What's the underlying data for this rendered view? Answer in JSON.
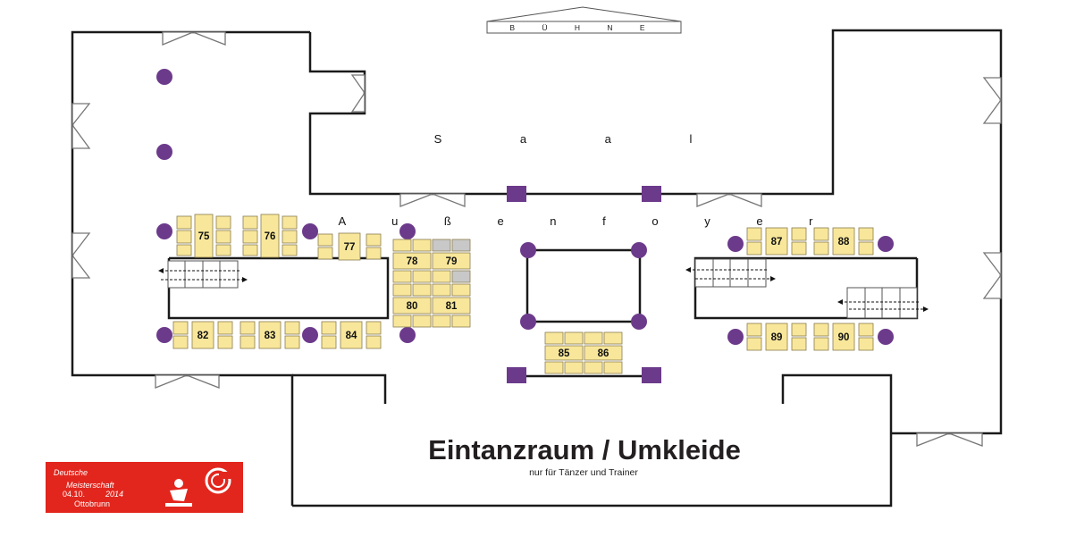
{
  "labels": {
    "stage": "B Ü H N E",
    "hall": "S a a l",
    "foyer": "A u ß e n f o y e r",
    "warmup_title": "Eintanzraum / Umkleide",
    "warmup_subtitle": "nur für Tänzer und Trainer"
  },
  "tables": [
    {
      "number": "75"
    },
    {
      "number": "76"
    },
    {
      "number": "77"
    },
    {
      "number": "78"
    },
    {
      "number": "79"
    },
    {
      "number": "80"
    },
    {
      "number": "81"
    },
    {
      "number": "82"
    },
    {
      "number": "83"
    },
    {
      "number": "84"
    },
    {
      "number": "85"
    },
    {
      "number": "86"
    },
    {
      "number": "87"
    },
    {
      "number": "88"
    },
    {
      "number": "89"
    },
    {
      "number": "90"
    }
  ],
  "logo": {
    "lines": [
      "Deutsche",
      "Meisterschaft",
      "2014"
    ],
    "date": "04.10.",
    "city": "Ottobrunn"
  },
  "colors": {
    "seat": "#f8e79a",
    "seat_blocked": "#c8c8c8",
    "pillar": "#6c3a8b",
    "wall": "#1a1a1a",
    "logo_bg": "#e2261d"
  }
}
